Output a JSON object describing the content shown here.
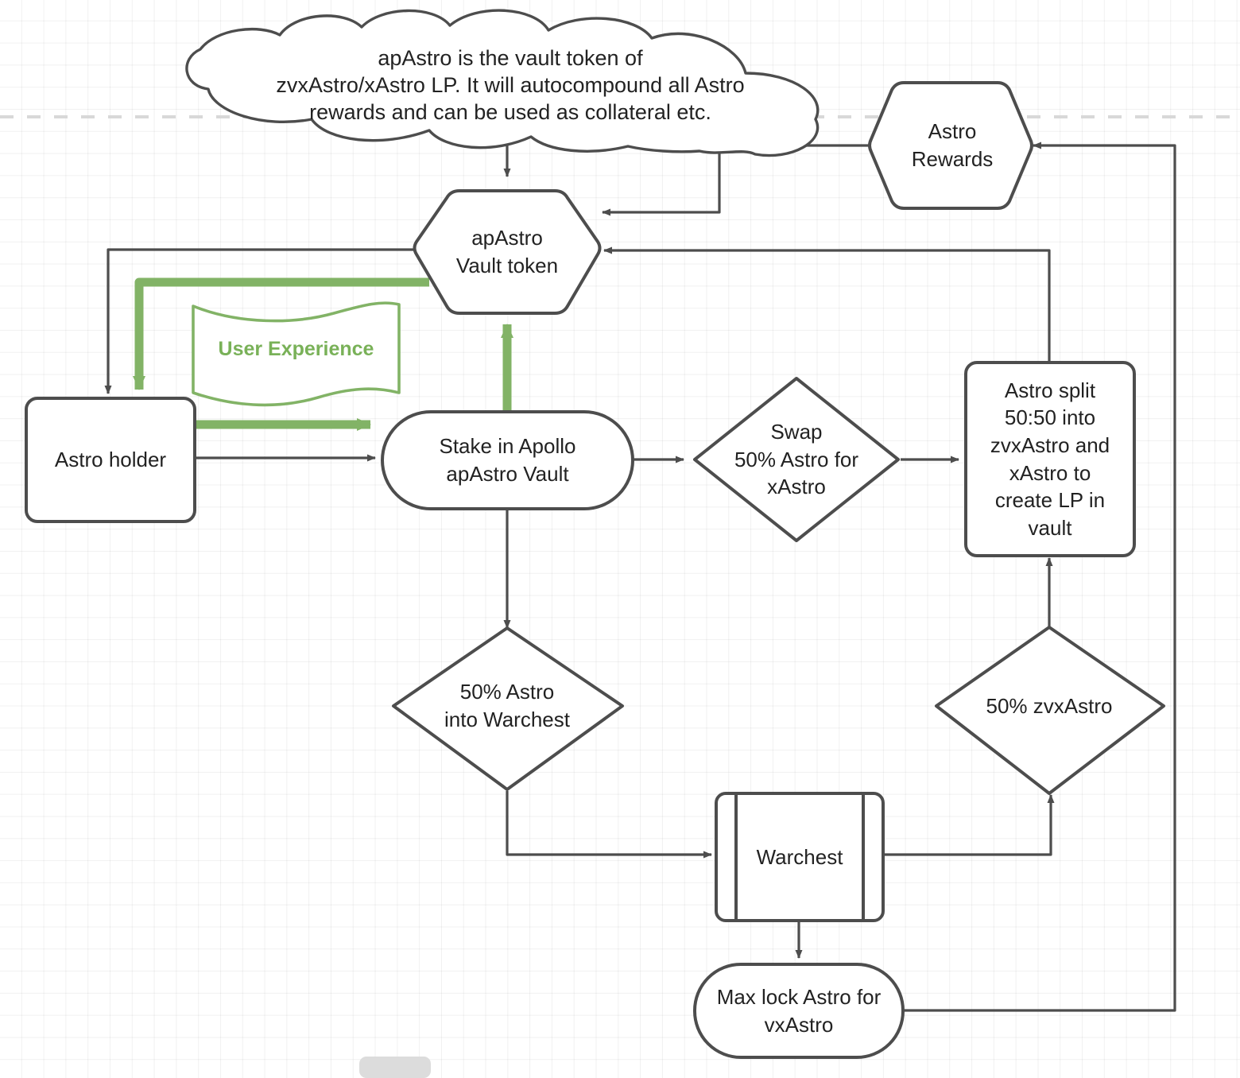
{
  "diagram": {
    "title": "apAstro Vault Flow",
    "colors": {
      "stroke": "#4d4d4d",
      "text": "#222222",
      "accent_green": "#82b366",
      "accent_green_text": "#79b158",
      "background": "#ffffff",
      "grid": "rgba(0,0,0,0.055)",
      "pagebreak": "#d8d8d8"
    },
    "nodes": {
      "cloud_note": {
        "shape": "cloud",
        "label": "apAstro is the vault token of\nzvxAstro/xAstro LP. It will autocompound all Astro\nrewards and can be used as collateral etc."
      },
      "astro_rewards": {
        "shape": "hexagon",
        "label": "Astro\nRewards"
      },
      "apastro_vault_token": {
        "shape": "hexagon",
        "label": "apAstro\nVault token"
      },
      "user_experience": {
        "shape": "wave-banner",
        "label": "User Experience"
      },
      "astro_holder": {
        "shape": "rounded-rectangle",
        "label": "Astro holder"
      },
      "stake_in_vault": {
        "shape": "stadium",
        "label": "Stake in Apollo\napAstro Vault"
      },
      "swap_astro": {
        "shape": "diamond",
        "label": "Swap\n50% Astro for\nxAstro"
      },
      "astro_split": {
        "shape": "rounded-rectangle",
        "label": "Astro split\n50:50 into\nzvxAstro and\nxAstro to\ncreate LP in\nvault"
      },
      "astro_into_warchest": {
        "shape": "diamond",
        "label": "50% Astro\ninto Warchest"
      },
      "zvxastro_split": {
        "shape": "diamond",
        "label": "50% zvxAstro"
      },
      "warchest": {
        "shape": "subprocess",
        "label": "Warchest"
      },
      "max_lock": {
        "shape": "stadium",
        "label": "Max lock Astro for\nvxAstro"
      }
    },
    "edges": [
      {
        "from": "cloud_note",
        "to": "apastro_vault_token",
        "color": "#4d4d4d"
      },
      {
        "from": "astro_rewards",
        "to": "apastro_vault_token",
        "color": "#4d4d4d"
      },
      {
        "from": "apastro_vault_token",
        "to": "astro_holder",
        "color": "#4d4d4d"
      },
      {
        "from": "apastro_vault_token",
        "to": "astro_holder",
        "color": "#82b366"
      },
      {
        "from": "astro_holder",
        "to": "stake_in_vault",
        "color": "#82b366"
      },
      {
        "from": "astro_holder",
        "to": "stake_in_vault",
        "color": "#4d4d4d"
      },
      {
        "from": "stake_in_vault",
        "to": "apastro_vault_token",
        "color": "#82b366"
      },
      {
        "from": "stake_in_vault",
        "to": "swap_astro",
        "color": "#4d4d4d"
      },
      {
        "from": "stake_in_vault",
        "to": "astro_into_warchest",
        "color": "#4d4d4d"
      },
      {
        "from": "swap_astro",
        "to": "astro_split",
        "color": "#4d4d4d"
      },
      {
        "from": "astro_split",
        "to": "apastro_vault_token",
        "color": "#4d4d4d"
      },
      {
        "from": "astro_into_warchest",
        "to": "warchest",
        "color": "#4d4d4d"
      },
      {
        "from": "warchest",
        "to": "zvxastro_split",
        "color": "#4d4d4d"
      },
      {
        "from": "warchest",
        "to": "max_lock",
        "color": "#4d4d4d"
      },
      {
        "from": "zvxastro_split",
        "to": "astro_split",
        "color": "#4d4d4d"
      },
      {
        "from": "max_lock",
        "to": "astro_rewards",
        "color": "#4d4d4d"
      }
    ]
  }
}
